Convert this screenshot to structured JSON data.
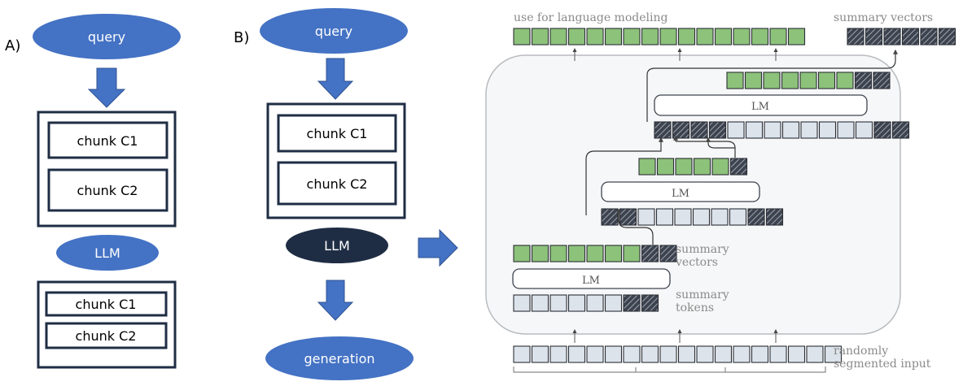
{
  "panel_a": {
    "label": "A)",
    "query": "query",
    "chunks": [
      "chunk C1",
      "chunk C2"
    ],
    "llm": "LLM",
    "chunks_after": [
      "chunk C1",
      "chunk C2"
    ]
  },
  "panel_b": {
    "label": "B)",
    "query": "query",
    "chunks": [
      "chunk C1",
      "chunk C2"
    ],
    "llm": "LLM",
    "generation": "generation"
  },
  "panel_c": {
    "top_label": "use for language modeling",
    "summary_vectors_top": "summary vectors",
    "lm": "LM",
    "summary_vectors_label": [
      "summary",
      "vectors"
    ],
    "summary_tokens_label": [
      "summary",
      "tokens"
    ],
    "input_label": [
      "randomly",
      "segmented input"
    ]
  },
  "colors": {
    "accent_blue": "#4472c4",
    "dark_navy": "#1f2d44",
    "box_border": "#1f2d44",
    "green": "#8dc27a",
    "token_fill": "#dce3ea"
  }
}
